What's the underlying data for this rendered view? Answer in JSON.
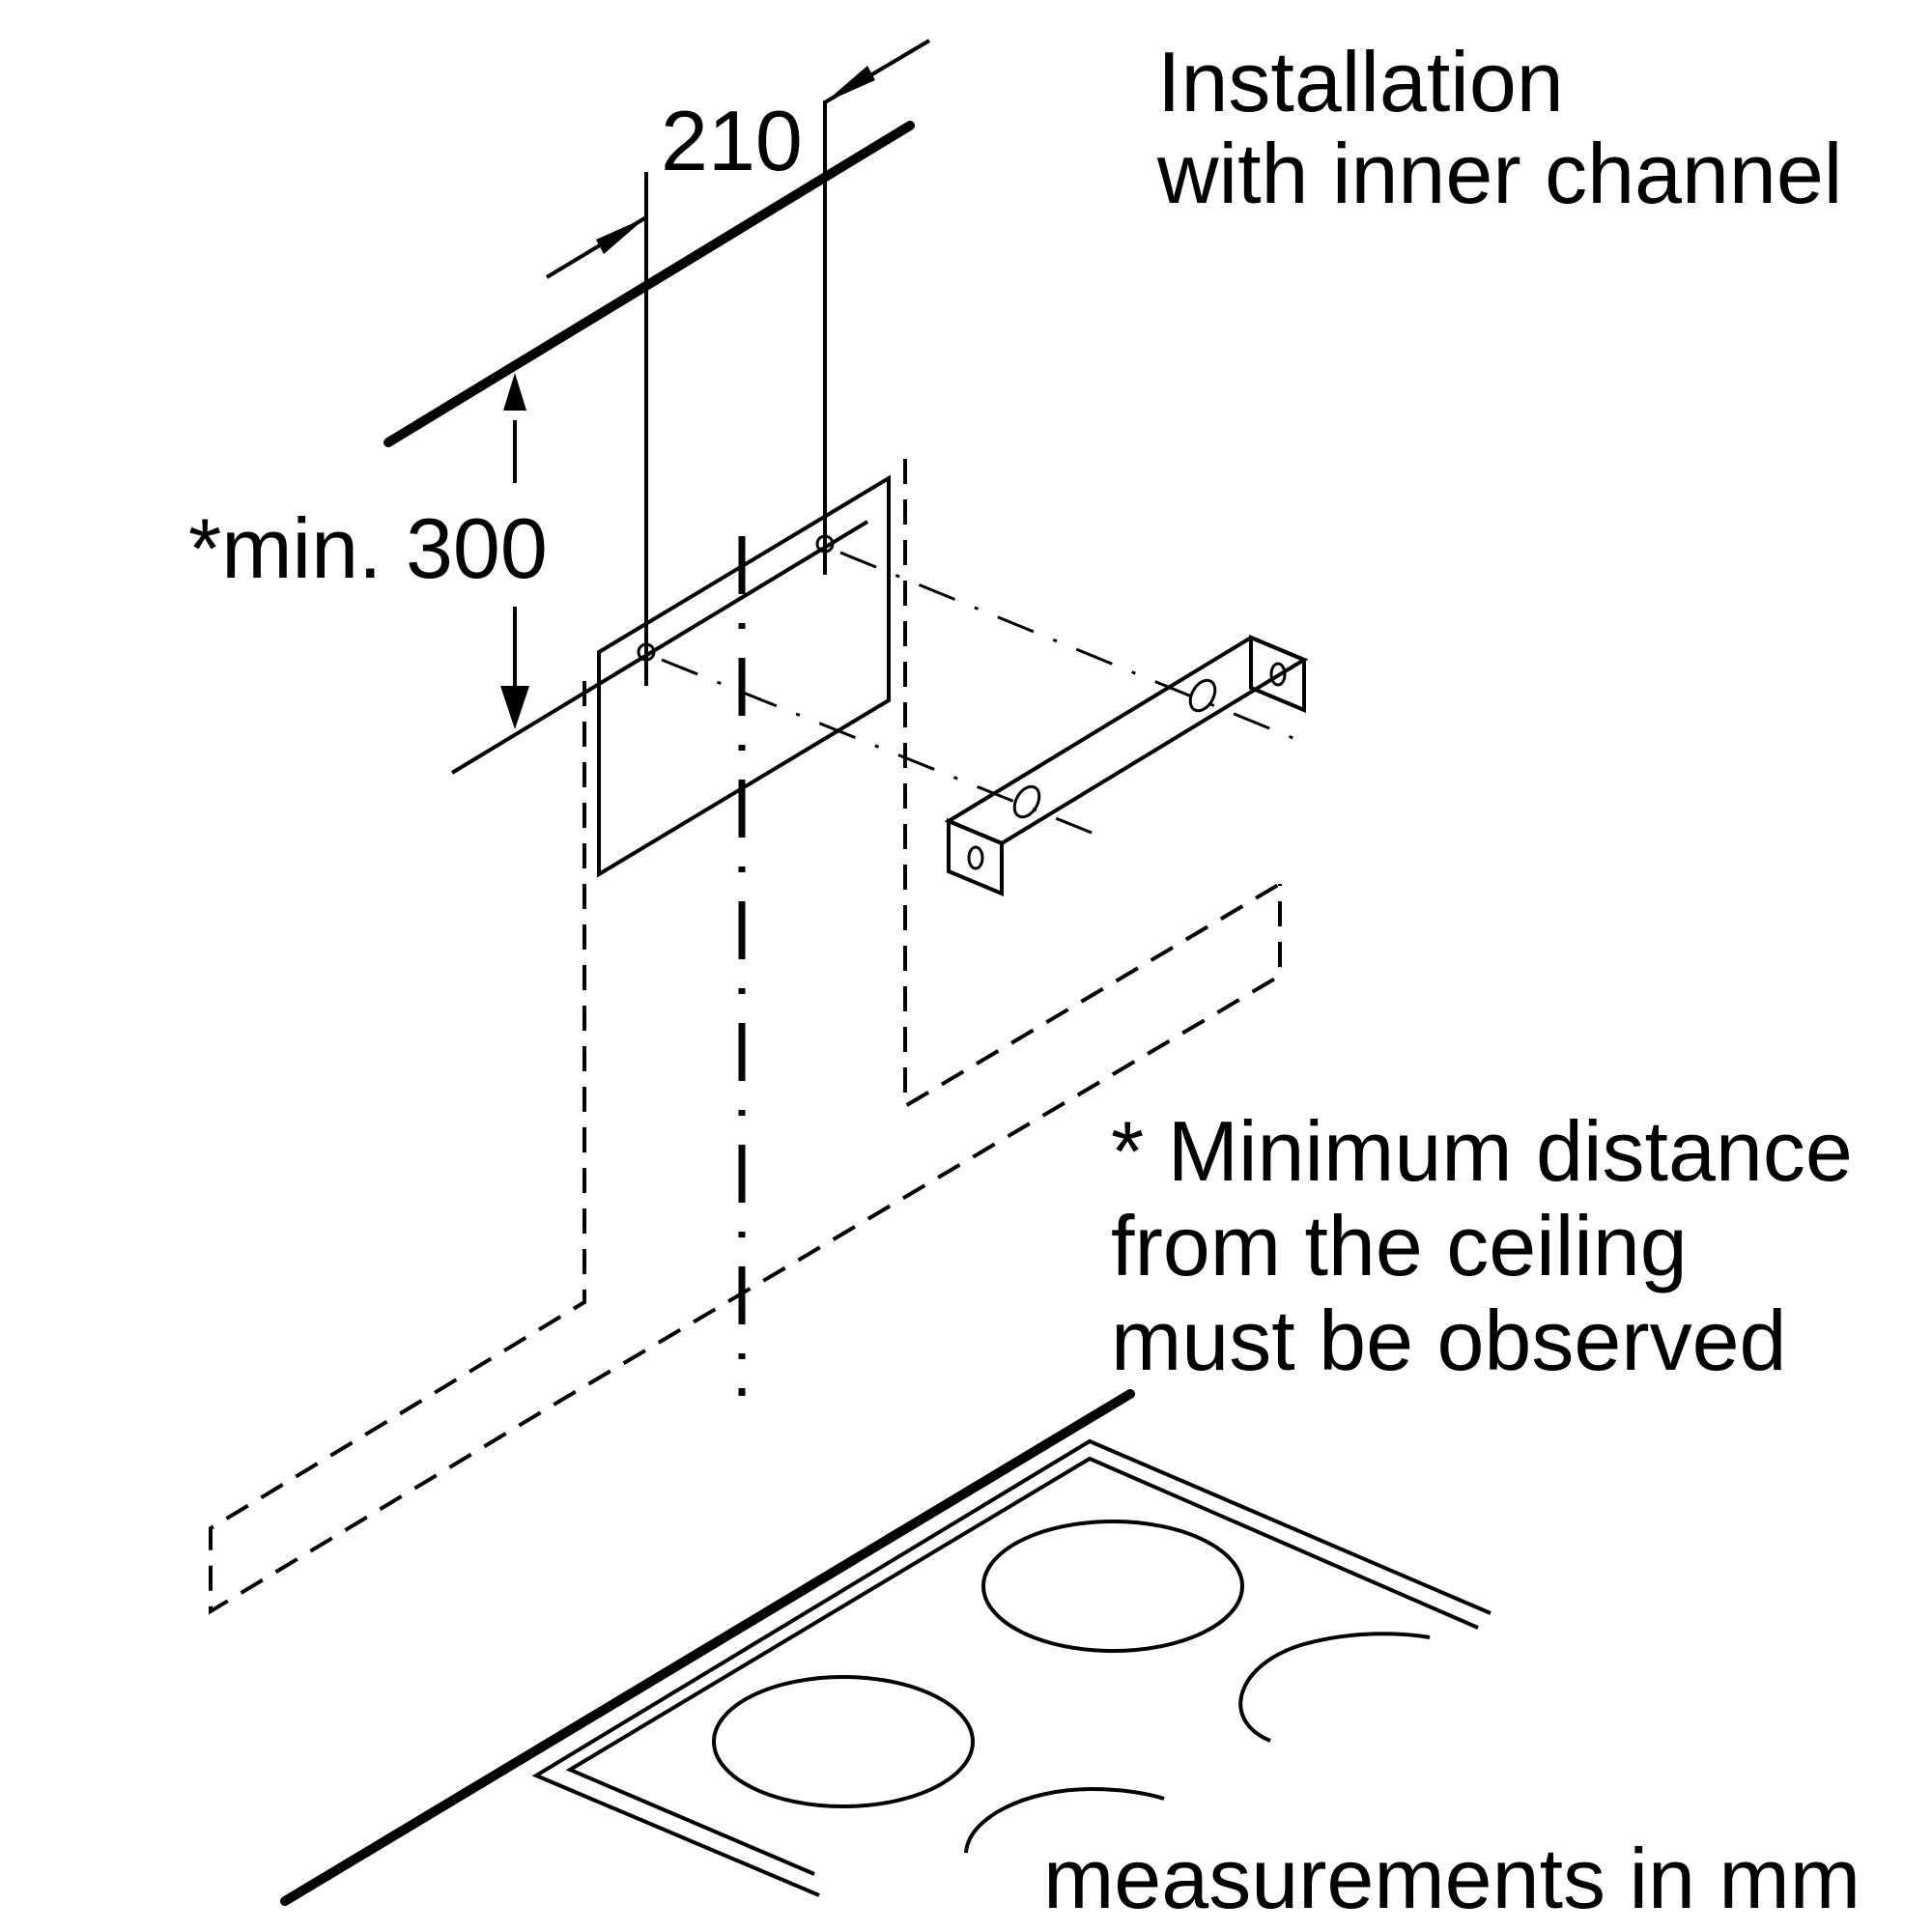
{
  "labels": {
    "title_line1": "Installation",
    "title_line2": "with inner channel",
    "dim_width": "210",
    "dim_height": "*min. 300",
    "note_line1": "* Minimum distance",
    "note_line2": "from the ceiling",
    "note_line3": "must be observed",
    "units": "measurements in mm"
  }
}
